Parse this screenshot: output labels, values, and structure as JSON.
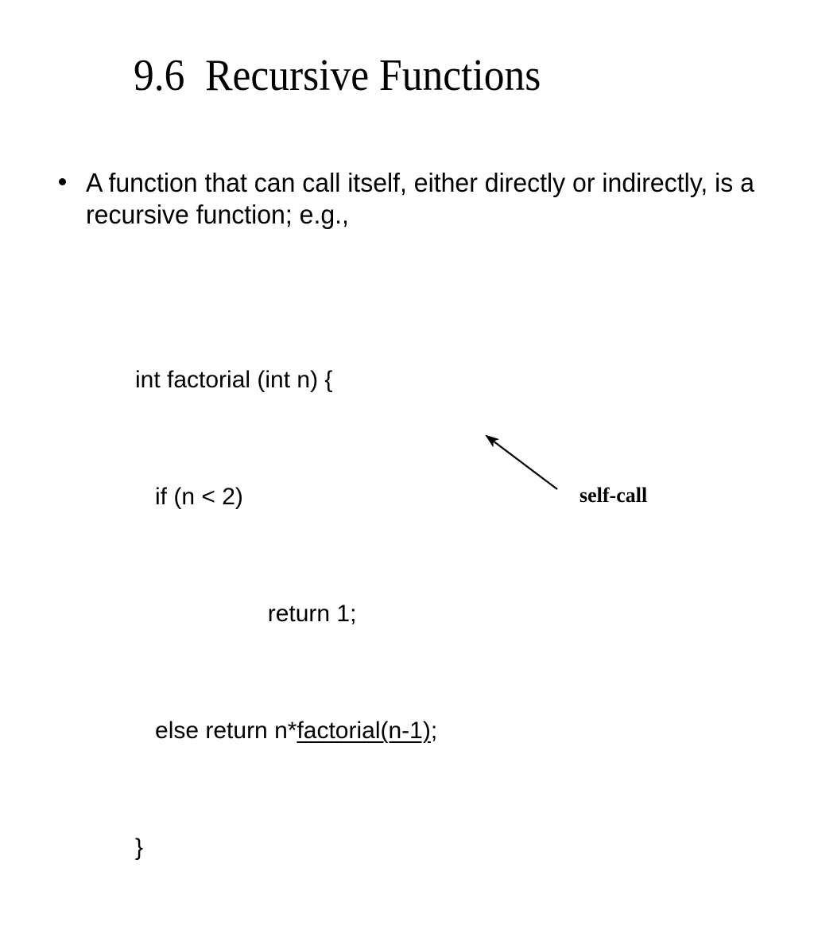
{
  "slide": {
    "background_color": "#ffffff",
    "text_color": "#000000",
    "title": "9.6  Recursive Functions",
    "bullet": {
      "marker": "bullet-dot",
      "text": "A function that can call itself, either directly or indirectly, is a recursive function;  e.g.,"
    },
    "code": {
      "lines": [
        "int factorial (int n) {",
        "   if (n < 2)",
        "                    return 1;",
        "   else return n*",
        "}"
      ],
      "line1": "int factorial (int n) {",
      "line2": "   if (n < 2)",
      "line3": "                    return 1;",
      "line4_prefix": "   else return n*",
      "line4_underlined": "factorial(n-1)",
      "line4_suffix": ";",
      "line5": "}"
    },
    "annotation": {
      "label": "self-call",
      "arrow": "arrow-up-left",
      "arrow_color": "#000000"
    }
  }
}
